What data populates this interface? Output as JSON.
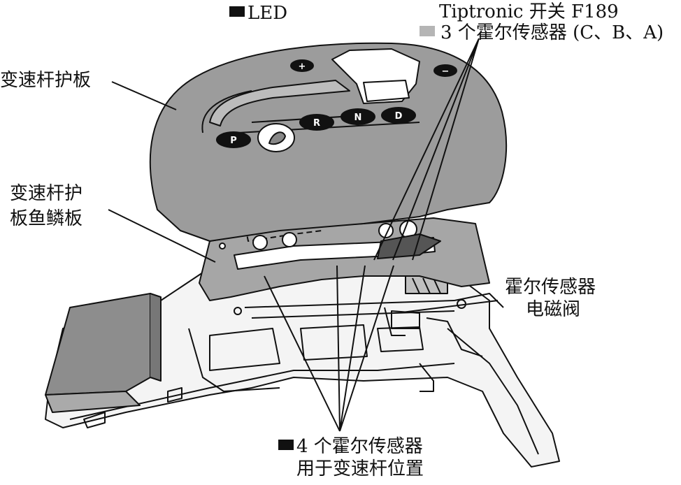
{
  "labels": {
    "led": "LED",
    "tiptronic_switch": "Tiptronic 开关 F189",
    "hall_sensors_3": "3 个霍尔传感器 (C、B、A)",
    "shift_lever_cover": "变速杆护板",
    "cover_scale_plate_line1": "变速杆护",
    "cover_scale_plate_line2": "板鱼鳞板",
    "hall_sensor_line1": "霍尔传感器",
    "solenoid_valve": "电磁阀",
    "hall_sensors_4_line1": "4 个霍尔传感器",
    "hall_sensors_4_line2": "用于变速杆位置"
  },
  "gear_markings": {
    "p": "P",
    "r": "R",
    "n": "N",
    "d": "D",
    "plus": "+",
    "minus": "−"
  },
  "legend_colors": {
    "led": "#111111",
    "hall_sensor_3": "#b5b5b5",
    "hall_sensor_4": "#111111"
  }
}
